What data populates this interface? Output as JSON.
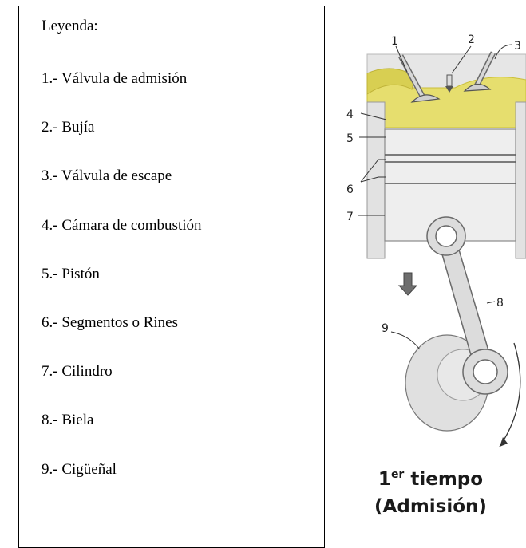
{
  "legend": {
    "title": "Leyenda:",
    "items": [
      "1.- Válvula de admisión",
      "2.- Bujía",
      "3.- Válvula de escape",
      "4.- Cámara de combustión",
      "5.- Pistón",
      "6.- Segmentos o Rines",
      "7.- Cilindro",
      "8.- Biela",
      "9.- Cigüeñal"
    ]
  },
  "diagram": {
    "callouts": {
      "n1": "1",
      "n2": "2",
      "n3": "3",
      "n4": "4",
      "n5": "5",
      "n6": "6",
      "n7": "7",
      "n8": "8",
      "n9": "9"
    },
    "caption": {
      "number": "1",
      "superscript": "er",
      "word": "tiempo",
      "phase": "(Admisión)"
    },
    "colors": {
      "chamber": "#e6de6e",
      "chamber_dark": "#cbbf3a",
      "metal_light": "#e8e8e8",
      "metal": "#d4d4d4",
      "metal_dark": "#8c8c8c",
      "outline": "#555555",
      "arrow": "#6e6e6e"
    }
  }
}
